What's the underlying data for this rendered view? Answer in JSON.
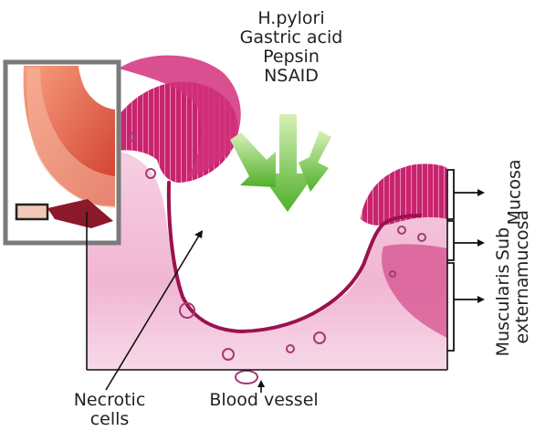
{
  "causes": [
    "H.pylori",
    "Gastric acid",
    "Pepsin",
    "NSAID"
  ],
  "layers": {
    "mucosa": "Mucosa",
    "submucosa": [
      "Sub",
      "mucosa"
    ],
    "muscularis": [
      "Muscularis",
      "externa"
    ]
  },
  "labels": {
    "necrotic": [
      "Necrotic",
      "cells"
    ],
    "blood_vessel": "Blood vessel"
  },
  "colors": {
    "mucosa": "#c2206a",
    "tissue": "#f3bfd8",
    "arrows": "#6cc63a",
    "stomach": "#e8553d"
  }
}
